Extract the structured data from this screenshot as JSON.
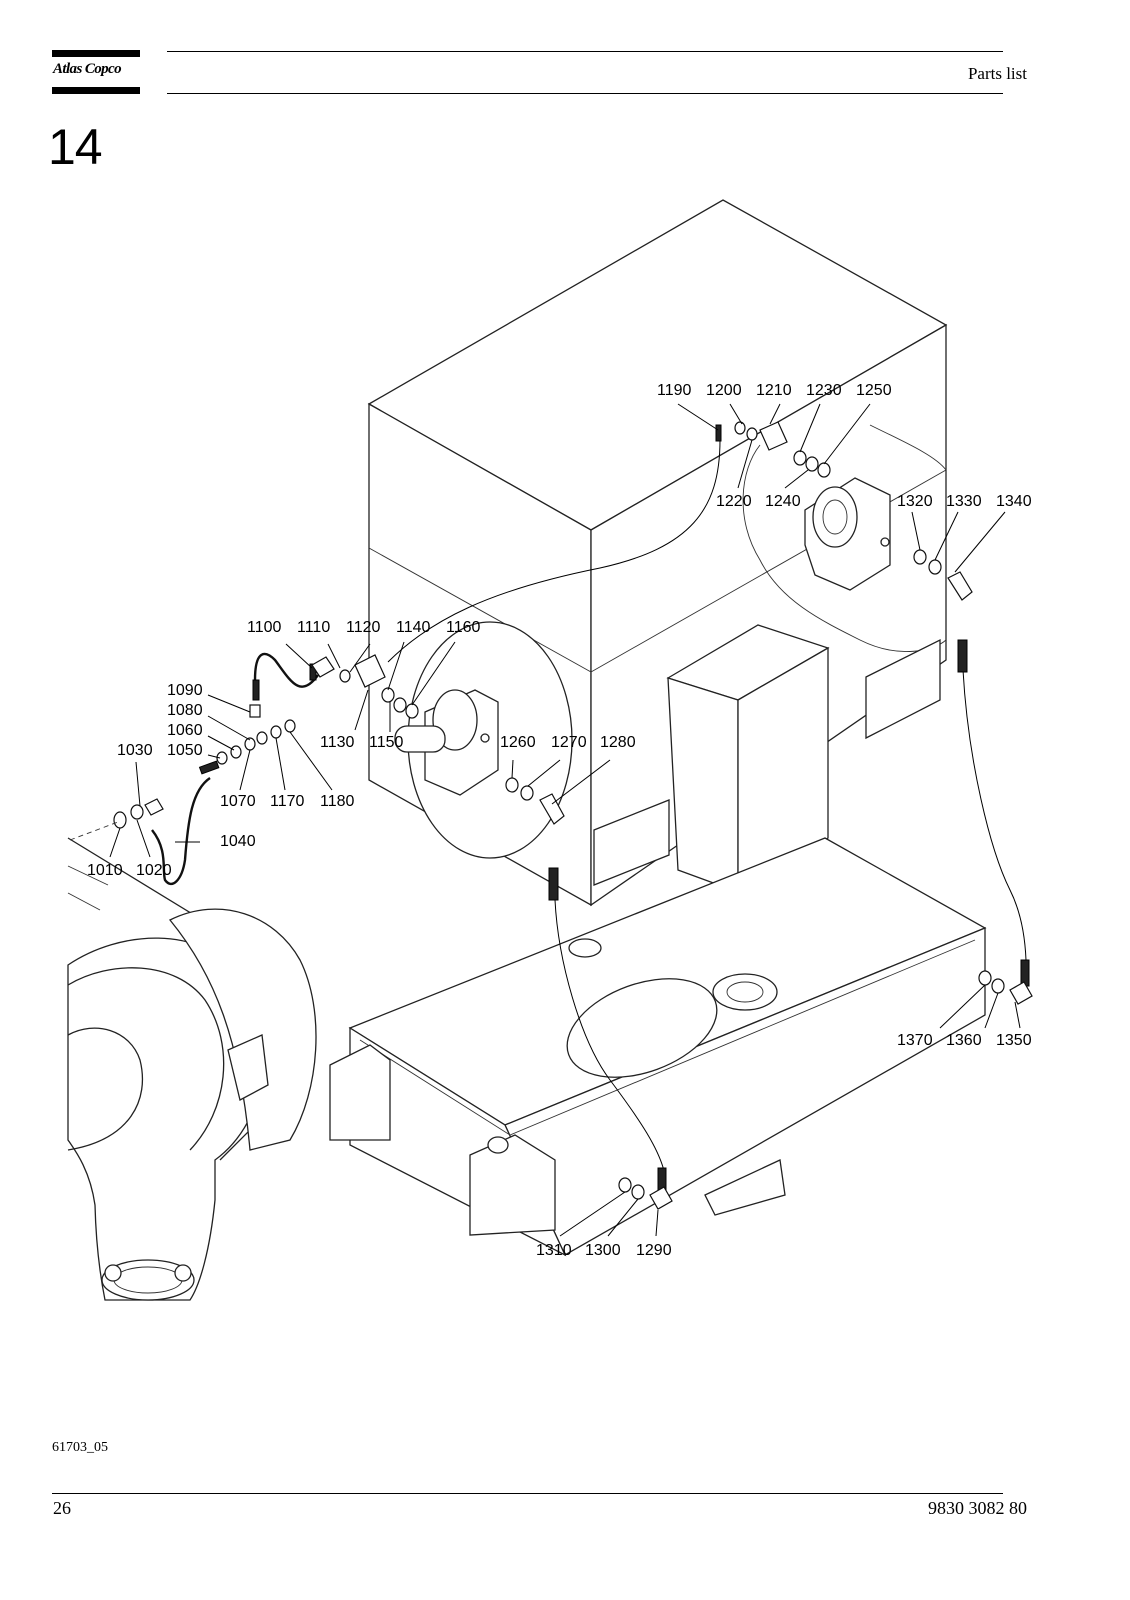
{
  "header": {
    "logo_text": "Atlas Copco",
    "section_title": "Parts list"
  },
  "chapter_number": "14",
  "drawing": {
    "reference": "61703_05",
    "callouts": [
      {
        "id": "c1010",
        "label": "1010"
      },
      {
        "id": "c1020",
        "label": "1020"
      },
      {
        "id": "c1030",
        "label": "1030"
      },
      {
        "id": "c1040",
        "label": "1040"
      },
      {
        "id": "c1050",
        "label": "1050"
      },
      {
        "id": "c1060",
        "label": "1060"
      },
      {
        "id": "c1070",
        "label": "1070"
      },
      {
        "id": "c1080",
        "label": "1080"
      },
      {
        "id": "c1090",
        "label": "1090"
      },
      {
        "id": "c1100",
        "label": "1100"
      },
      {
        "id": "c1110",
        "label": "1110"
      },
      {
        "id": "c1120",
        "label": "1120"
      },
      {
        "id": "c1130",
        "label": "1130"
      },
      {
        "id": "c1140",
        "label": "1140"
      },
      {
        "id": "c1150",
        "label": "1150"
      },
      {
        "id": "c1160",
        "label": "1160"
      },
      {
        "id": "c1170",
        "label": "1170"
      },
      {
        "id": "c1180",
        "label": "1180"
      },
      {
        "id": "c1190",
        "label": "1190"
      },
      {
        "id": "c1200",
        "label": "1200"
      },
      {
        "id": "c1210",
        "label": "1210"
      },
      {
        "id": "c1220",
        "label": "1220"
      },
      {
        "id": "c1230",
        "label": "1230"
      },
      {
        "id": "c1240",
        "label": "1240"
      },
      {
        "id": "c1250",
        "label": "1250"
      },
      {
        "id": "c1260",
        "label": "1260"
      },
      {
        "id": "c1270",
        "label": "1270"
      },
      {
        "id": "c1280",
        "label": "1280"
      },
      {
        "id": "c1290",
        "label": "1290"
      },
      {
        "id": "c1300",
        "label": "1300"
      },
      {
        "id": "c1310",
        "label": "1310"
      },
      {
        "id": "c1320",
        "label": "1320"
      },
      {
        "id": "c1330",
        "label": "1330"
      },
      {
        "id": "c1340",
        "label": "1340"
      },
      {
        "id": "c1350",
        "label": "1350"
      },
      {
        "id": "c1360",
        "label": "1360"
      },
      {
        "id": "c1370",
        "label": "1370"
      }
    ]
  },
  "footer": {
    "page_number": "26",
    "document_number": "9830 3082 80"
  }
}
